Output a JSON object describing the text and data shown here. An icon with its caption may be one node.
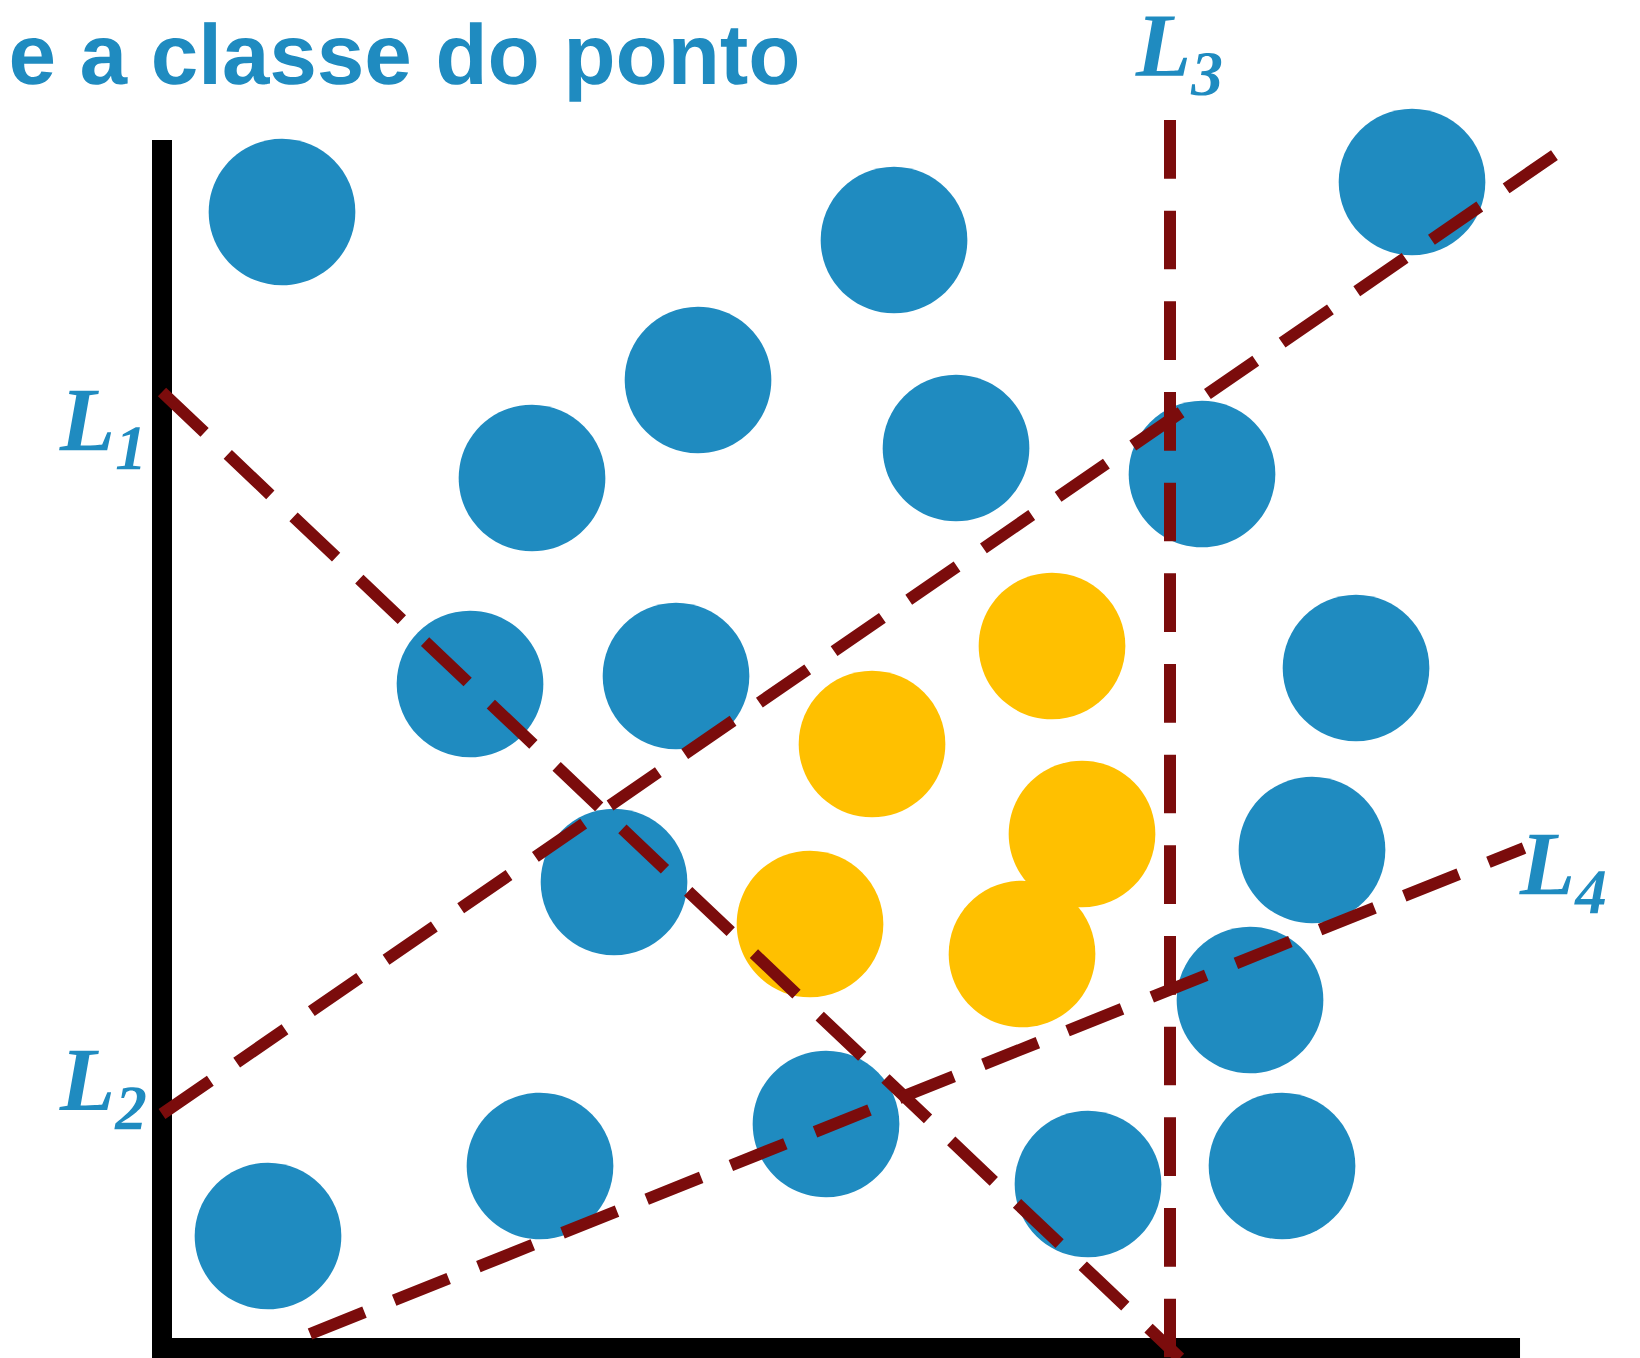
{
  "diagram": {
    "title": "e a classe do ponto",
    "labels": [
      "L$_{3}$",
      "L$_{1}$",
      "L$_{4}$",
      "L$_{2}$"
    ]
  }
}
